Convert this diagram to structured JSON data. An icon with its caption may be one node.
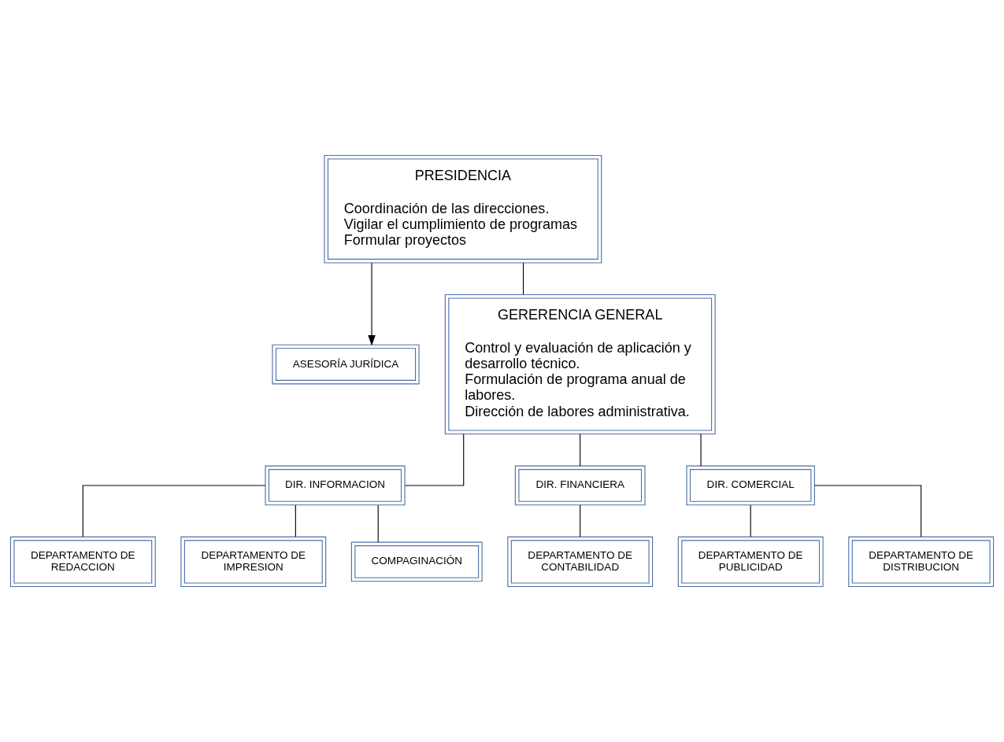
{
  "diagram": {
    "nodes": [
      {
        "text": [
          "PRESIDENCIA",
          "Coordinación de las direcciones.",
          "Vigilar el cumplimiento de programas",
          "Formular proyectos"
        ]
      },
      {
        "text": [
          "ASESORÍA JURÍDICA"
        ]
      },
      {
        "text": [
          "GERERENCIA GENERAL",
          "Control y evaluación de aplicación y desarrollo técnico.",
          "Formulación de programa anual de labores.",
          "Dirección de labores administrativa."
        ]
      },
      {
        "text": [
          "DIR. INFORMACION"
        ]
      },
      {
        "text": [
          "DIR. FINANCIERA"
        ]
      },
      {
        "text": [
          "DIR. COMERCIAL"
        ]
      },
      {
        "text": [
          "DEPARTAMENTO DE REDACCION"
        ]
      },
      {
        "text": [
          "DEPARTAMENTO DE IMPRESION"
        ]
      },
      {
        "text": [
          "DEPARTAMENTO DE CONTABILIDAD"
        ]
      },
      {
        "text": [
          "DEPARTAMENTO DE PUBLICIDAD"
        ]
      },
      {
        "text": [
          "DEPARTAMENTO DE DISTRIBUCION"
        ]
      },
      {
        "text": [
          "COMPAGINACIÓN"
        ]
      }
    ],
    "edges": [
      {
        "from": 0,
        "to": 1,
        "arrow": "to"
      },
      {
        "from": 0,
        "to": 2,
        "arrow": "none"
      },
      {
        "from": 2,
        "to": 3,
        "arrow": "none"
      },
      {
        "from": 2,
        "to": 4,
        "arrow": "none"
      },
      {
        "from": 2,
        "to": 5,
        "arrow": "none"
      },
      {
        "from": 3,
        "to": 6,
        "arrow": "none"
      },
      {
        "from": 3,
        "to": 7,
        "arrow": "none"
      },
      {
        "from": 3,
        "to": 11,
        "arrow": "none"
      },
      {
        "from": 4,
        "to": 8,
        "arrow": "none"
      },
      {
        "from": 5,
        "to": 9,
        "arrow": "none"
      },
      {
        "from": 5,
        "to": 10,
        "arrow": "none"
      }
    ]
  }
}
